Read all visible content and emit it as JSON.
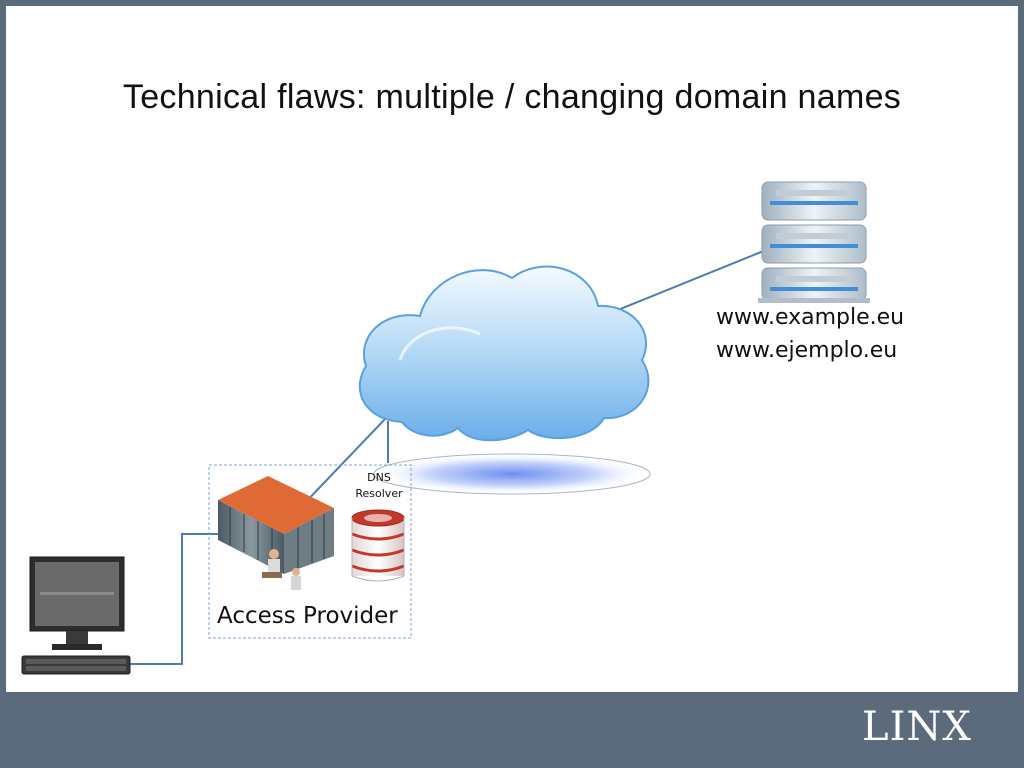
{
  "slide": {
    "title": "Technical flaws: multiple / changing domain names",
    "server_domains": [
      "www.example.eu",
      "www.ejemplo.eu"
    ],
    "dns_resolver_label_line1": "DNS",
    "dns_resolver_label_line2": "Resolver",
    "access_provider_label": "Access Provider",
    "logo_text": "LINX"
  },
  "colors": {
    "frame": "#5b6b7b",
    "link_line": "#4f7ab3",
    "cloud": "#8fc4ef",
    "dns_db": "#c0392b"
  },
  "icons": [
    "cloud-icon",
    "server-stack-icon",
    "datacenter-icon",
    "dns-database-icon",
    "desktop-computer-icon",
    "keyboard-icon"
  ]
}
